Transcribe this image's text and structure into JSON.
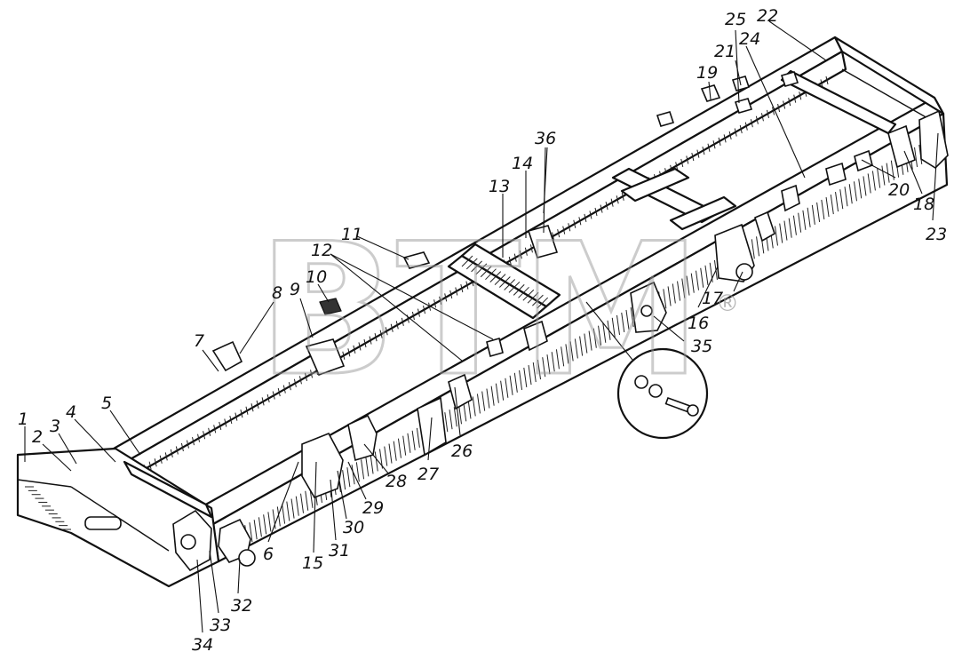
{
  "watermark": {
    "text": "BTM",
    "registered": "®"
  },
  "callouts": [
    {
      "id": "1",
      "label": "1"
    },
    {
      "id": "2",
      "label": "2"
    },
    {
      "id": "3",
      "label": "3"
    },
    {
      "id": "4",
      "label": "4"
    },
    {
      "id": "5",
      "label": "5"
    },
    {
      "id": "6",
      "label": "6"
    },
    {
      "id": "7",
      "label": "7"
    },
    {
      "id": "8",
      "label": "8"
    },
    {
      "id": "9",
      "label": "9"
    },
    {
      "id": "10",
      "label": "10"
    },
    {
      "id": "11",
      "label": "11"
    },
    {
      "id": "12",
      "label": "12"
    },
    {
      "id": "13",
      "label": "13"
    },
    {
      "id": "14",
      "label": "14"
    },
    {
      "id": "15",
      "label": "15"
    },
    {
      "id": "16",
      "label": "16"
    },
    {
      "id": "17",
      "label": "17"
    },
    {
      "id": "18",
      "label": "18"
    },
    {
      "id": "19",
      "label": "19"
    },
    {
      "id": "20",
      "label": "20"
    },
    {
      "id": "21",
      "label": "21"
    },
    {
      "id": "22",
      "label": "22"
    },
    {
      "id": "23",
      "label": "23"
    },
    {
      "id": "24",
      "label": "24"
    },
    {
      "id": "25",
      "label": "25"
    },
    {
      "id": "26",
      "label": "26"
    },
    {
      "id": "27",
      "label": "27"
    },
    {
      "id": "28",
      "label": "28"
    },
    {
      "id": "29",
      "label": "29"
    },
    {
      "id": "30",
      "label": "30"
    },
    {
      "id": "31",
      "label": "31"
    },
    {
      "id": "32",
      "label": "32"
    },
    {
      "id": "33",
      "label": "33"
    },
    {
      "id": "34",
      "label": "34"
    },
    {
      "id": "35",
      "label": "35"
    },
    {
      "id": "36",
      "label": "36"
    }
  ]
}
